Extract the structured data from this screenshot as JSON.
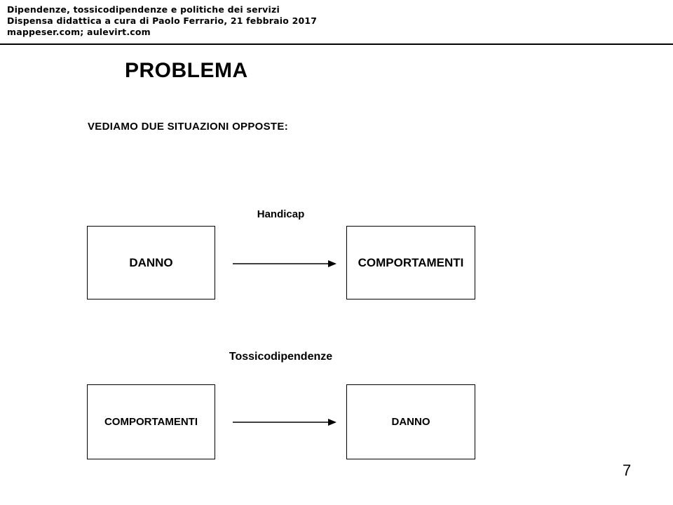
{
  "header": {
    "line1": "Dipendenze, tossicodipendenze e politiche dei servizi",
    "line2": "Dispensa didattica a cura di Paolo Ferrario, 21 febbraio 2017",
    "line3": "mappeser.com; aulevirt.com"
  },
  "slide": {
    "title": "PROBLEMA",
    "subtitle": "VEDIAMO DUE SITUAZIONI OPPOSTE:",
    "page_number": "7"
  },
  "diagrams": [
    {
      "label": "Handicap",
      "left_box": "DANNO",
      "right_box": "COMPORTAMENTI"
    },
    {
      "label": "Tossicodipendenze",
      "left_box": "COMPORTAMENTI",
      "right_box": "DANNO"
    }
  ],
  "colors": {
    "background": "#ffffff",
    "text": "#000000",
    "box_border": "#000000",
    "rule": "#000000"
  }
}
